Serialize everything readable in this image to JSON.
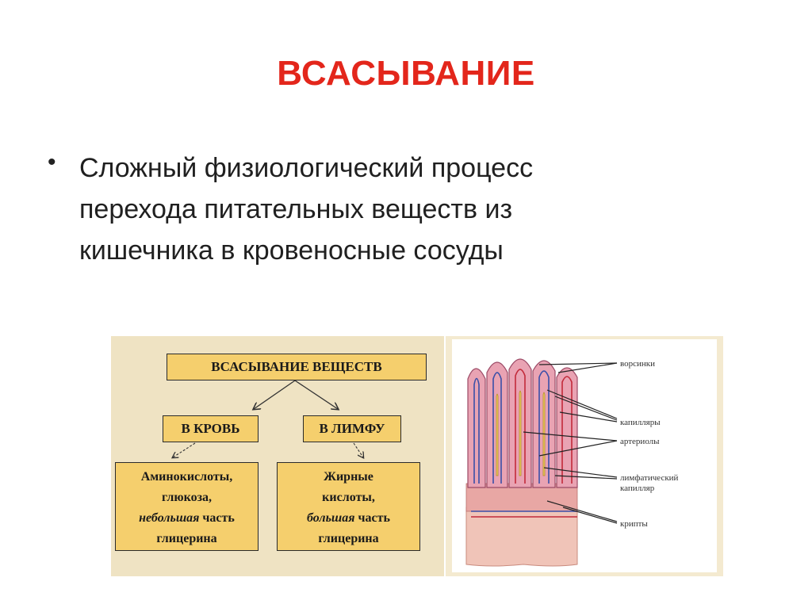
{
  "title": "ВСАСЫВАНИЕ",
  "bullet": {
    "marker": "•",
    "lines": [
      "Сложный физиологический процесс",
      "перехода питательных веществ из",
      "кишечника в кровеносные сосуды"
    ]
  },
  "scheme": {
    "root": "ВСАСЫВАНИЕ ВЕЩЕСТВ",
    "blood": "В КРОВЬ",
    "lymph": "В ЛИМФУ",
    "blood_items": {
      "line1": "Аминокислоты,",
      "line2": "глюкоза,",
      "line3_italic": "небольшая",
      "line3_rest": " часть",
      "line4": "глицерина"
    },
    "lymph_items": {
      "line1": "Жирные",
      "line2": "кислоты,",
      "line3_italic": "большая",
      "line3_rest": " часть",
      "line4": "глицерина"
    }
  },
  "villi_diagram": {
    "labels": {
      "villi": "ворсинки",
      "capillaries": "капилляры",
      "arterioles": "артериолы",
      "lymph_capillary_1": "лимфатический",
      "lymph_capillary_2": "капилляр",
      "crypts": "крипты"
    }
  }
}
